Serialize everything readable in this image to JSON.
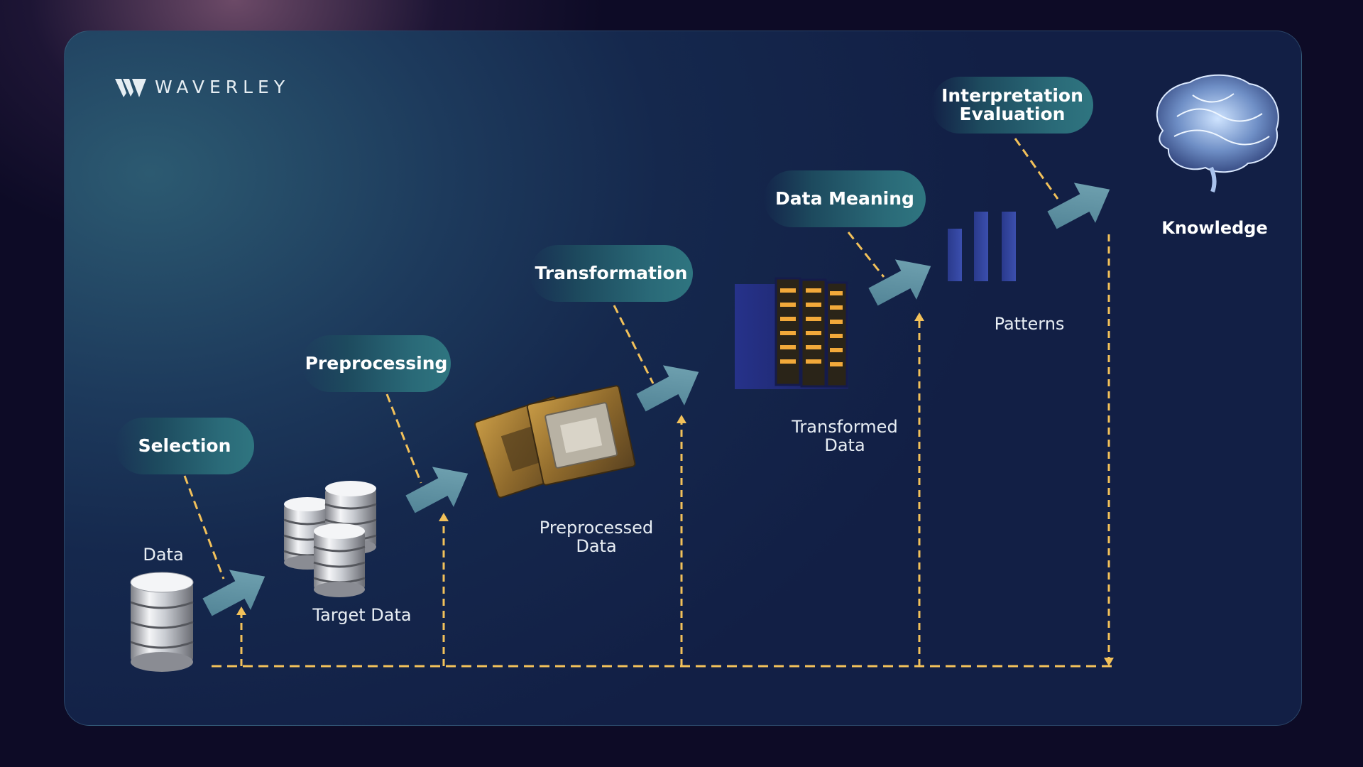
{
  "brand": {
    "name": "WAVERLEY"
  },
  "steps": {
    "selection": "Selection",
    "preprocessing": "Preprocessing",
    "transformation": "Transformation",
    "data_meaning": "Data Meaning",
    "interpretation": [
      "Interpretation",
      "Evaluation"
    ]
  },
  "stages": {
    "data": "Data",
    "target_data": "Target Data",
    "preprocessed_data": [
      "Preprocessed",
      "Data"
    ],
    "transformed_data": [
      "Transformed",
      "Data"
    ],
    "patterns": "Patterns",
    "knowledge": "Knowledge"
  },
  "colors": {
    "background": "#0d0b26",
    "panel": "#1d3a5c",
    "pill": "#2a6a78",
    "arrow": "#5e93a3",
    "dashed_line": "#f2c15a"
  }
}
